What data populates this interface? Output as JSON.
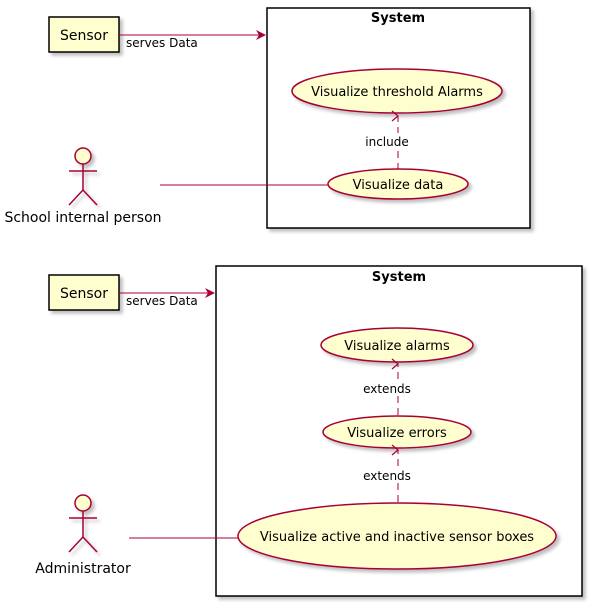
{
  "colors": {
    "node_fill": "#FEFECE",
    "line": "#A80036",
    "frame": "#000000",
    "shadow": "#cccccc"
  },
  "diagram1": {
    "system_title": "System",
    "sensor_label": "Sensor",
    "serves_label": "serves Data",
    "usecase_alarms": "Visualize threshold Alarms",
    "usecase_data": "Visualize data",
    "include_label": "include",
    "actor_label": "School internal person"
  },
  "diagram2": {
    "system_title": "System",
    "sensor_label": "Sensor",
    "serves_label": "serves Data",
    "usecase_alarms": "Visualize alarms",
    "usecase_errors": "Visualize errors",
    "usecase_boxes": "Visualize active and inactive sensor boxes",
    "extends_label_1": "extends",
    "extends_label_2": "extends",
    "actor_label": "Administrator"
  }
}
